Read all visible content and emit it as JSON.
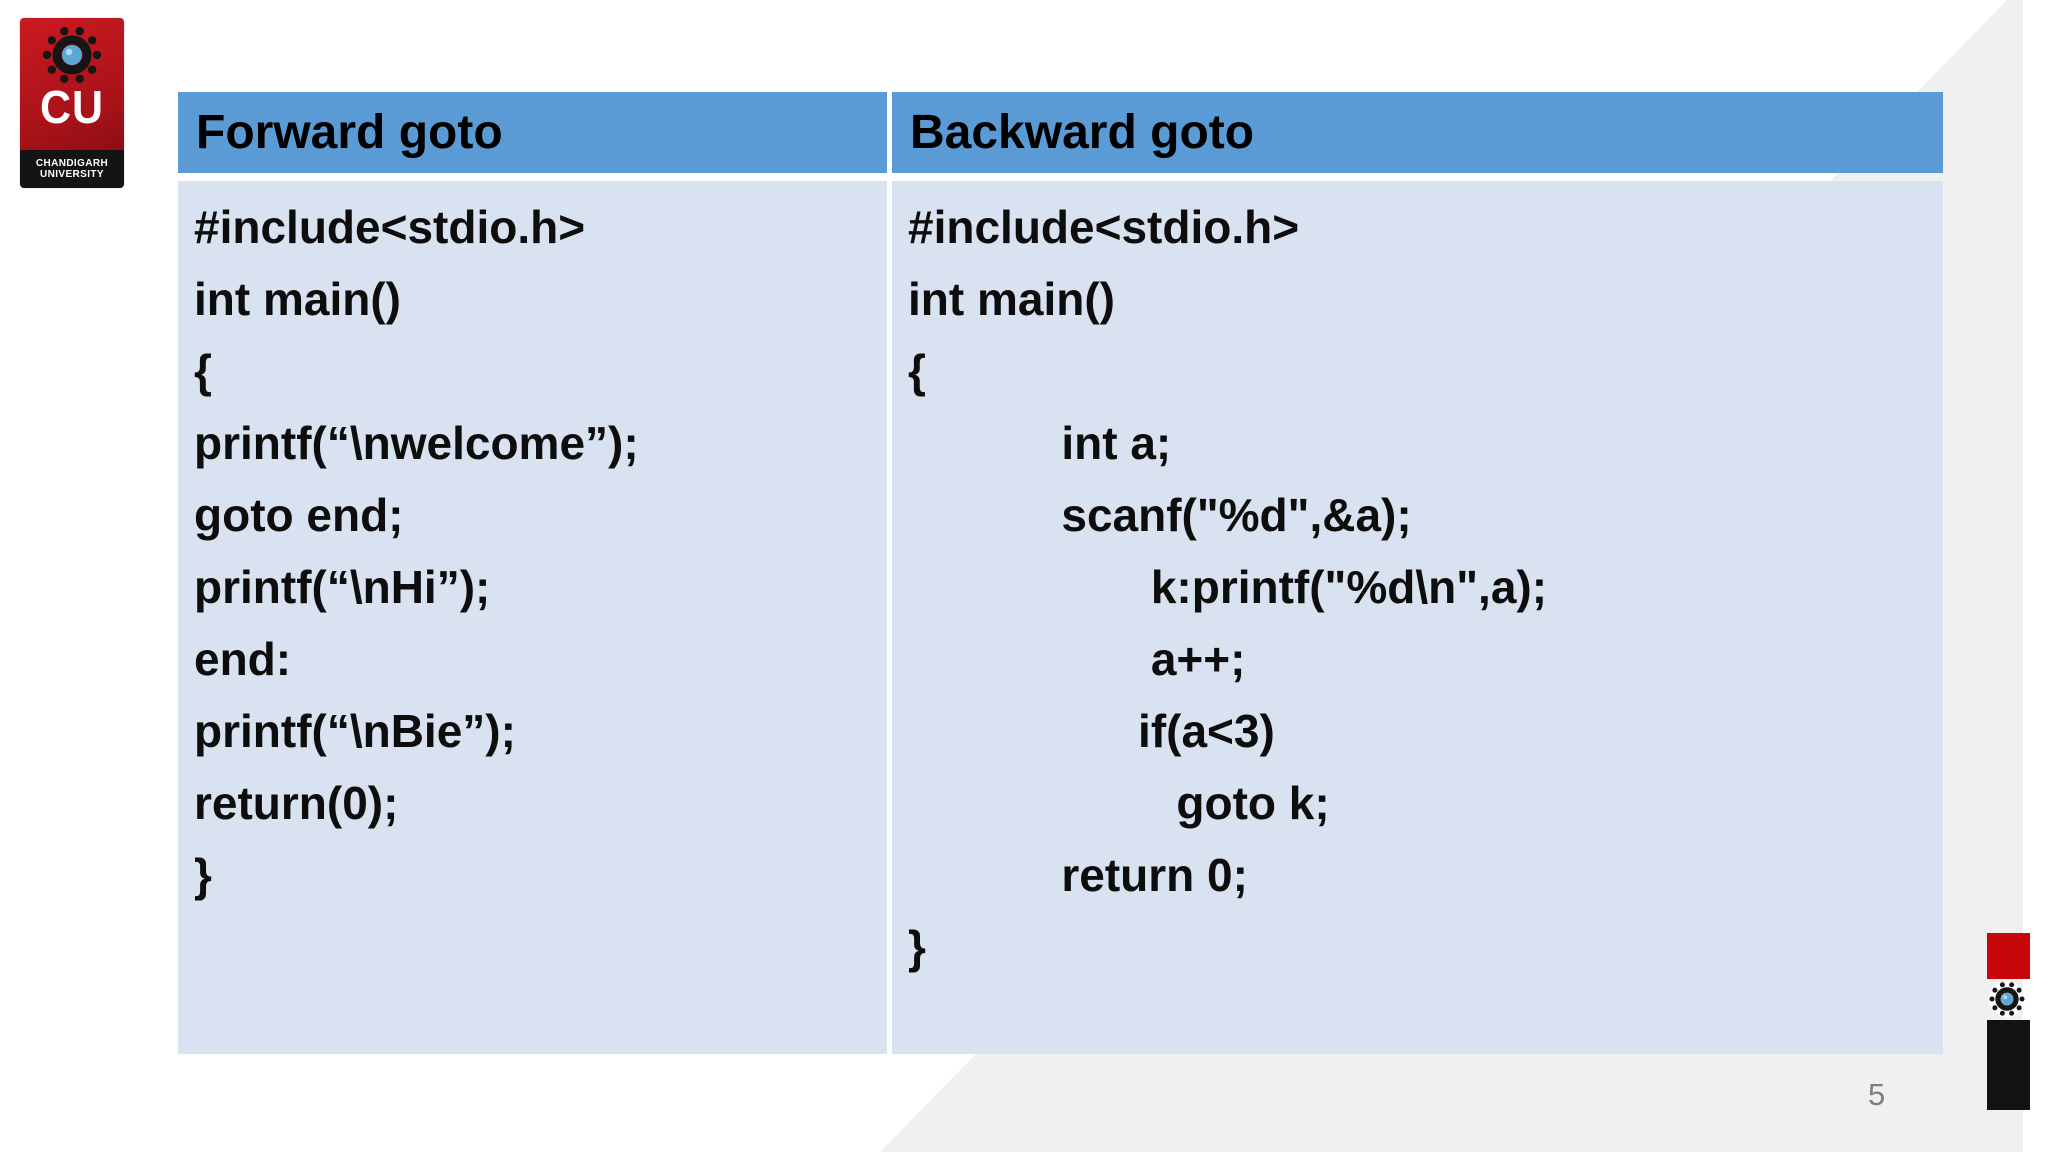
{
  "slide": {
    "page_number": "5",
    "colors": {
      "header_blue": "#5b9bd5",
      "body_light_blue": "#d9e2f0",
      "accent_gray": "#f0f0f1",
      "accent_red": "#c8070c",
      "accent_black": "#121212",
      "logo_red": "#b01218",
      "page_number_gray": "#7f7f7f"
    }
  },
  "logo": {
    "emblem_icon": "cu-emblem-icon",
    "abbr": "CU",
    "name_line1": "CHANDIGARH",
    "name_line2": "UNIVERSITY"
  },
  "table": {
    "columns": [
      {
        "header": "Forward goto",
        "code_lines": [
          "#include<stdio.h>",
          "int main()",
          "{",
          "printf(“\\nwelcome”);",
          "goto end;",
          "printf(“\\nHi”);",
          "end:",
          "printf(“\\nBie”);",
          "return(0);",
          "}"
        ]
      },
      {
        "header": "Backward goto",
        "code_lines": [
          "#include<stdio.h>",
          "int main()",
          "{",
          "            int a;",
          "            scanf(\"%d\",&a);",
          "                   k:printf(\"%d\\n\",a);",
          "                   a++;",
          "                  if(a<3)",
          "                     goto k;",
          "            return 0;",
          "}"
        ]
      }
    ]
  },
  "decorations": {
    "emblem_icon": "cu-emblem-icon"
  }
}
